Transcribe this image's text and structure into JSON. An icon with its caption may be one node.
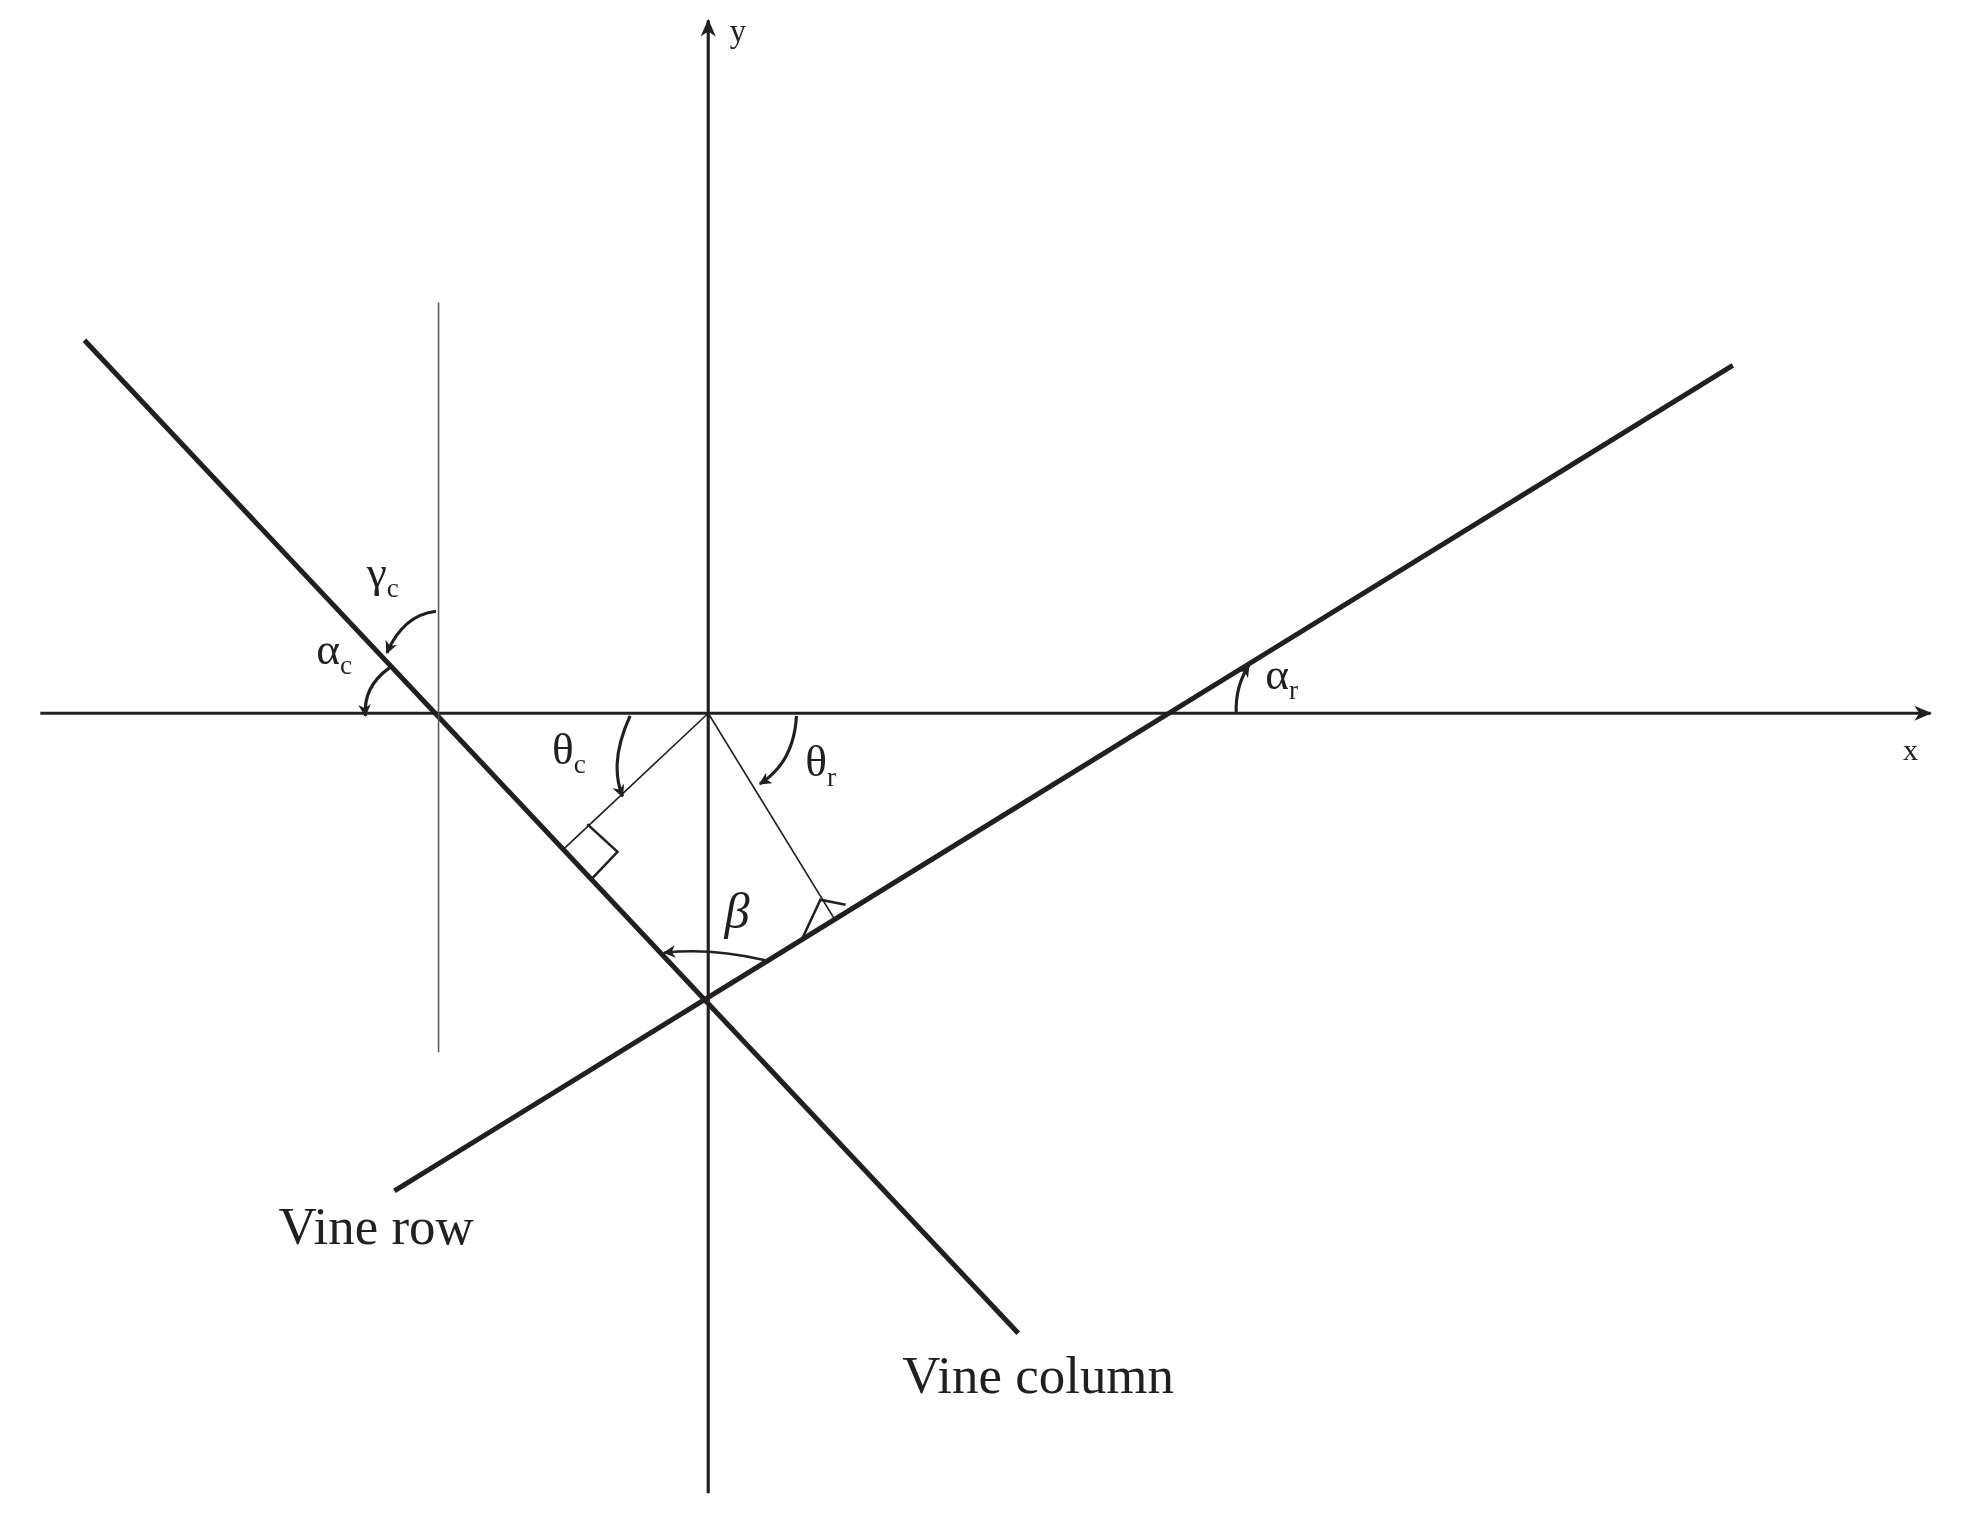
{
  "diagram": {
    "labels": [
      "y",
      "γ$_{c}$",
      "α$_{c}$",
      "α$_{r}$",
      "x",
      "θ$_{c}$",
      "θ$_{r}$",
      "β",
      "Vine row",
      "Vine column"
    ]
  }
}
